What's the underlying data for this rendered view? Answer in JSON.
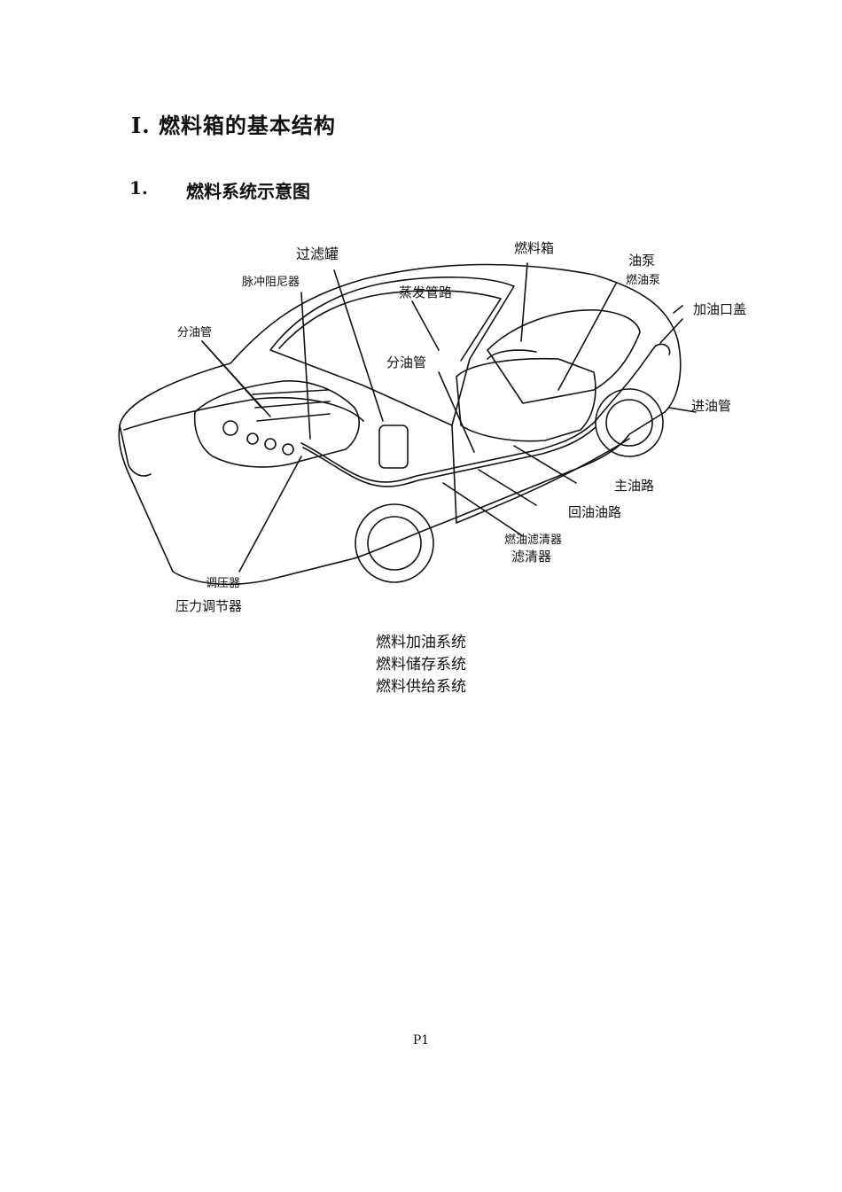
{
  "heading": "Ⅰ. 燃料箱的基本结构",
  "subheading": {
    "number": "1.",
    "text": "燃料系统示意图"
  },
  "diagram": {
    "labels": {
      "filter_canister": "过滤罐",
      "pulse_damper": "脉冲阻尼器",
      "evap_line": "蒸发管路",
      "fuel_tank": "燃料箱",
      "oil_pump": "油泵",
      "fuel_pump": "燃油泵",
      "filler_cap": "加油口盖",
      "distributor_pipe_left": "分油管",
      "distributor_pipe_center": "分油管",
      "inlet_pipe": "进油管",
      "main_line": "主油路",
      "return_line": "回油油路",
      "fuel_filter": "燃油滤清器",
      "filter": "滤清器",
      "regulator": "调压器",
      "pressure_regulator": "压力调节器"
    }
  },
  "caption": [
    "燃料加油系统",
    "燃料储存系统",
    "燃料供给系统"
  ],
  "page_number": "P1"
}
